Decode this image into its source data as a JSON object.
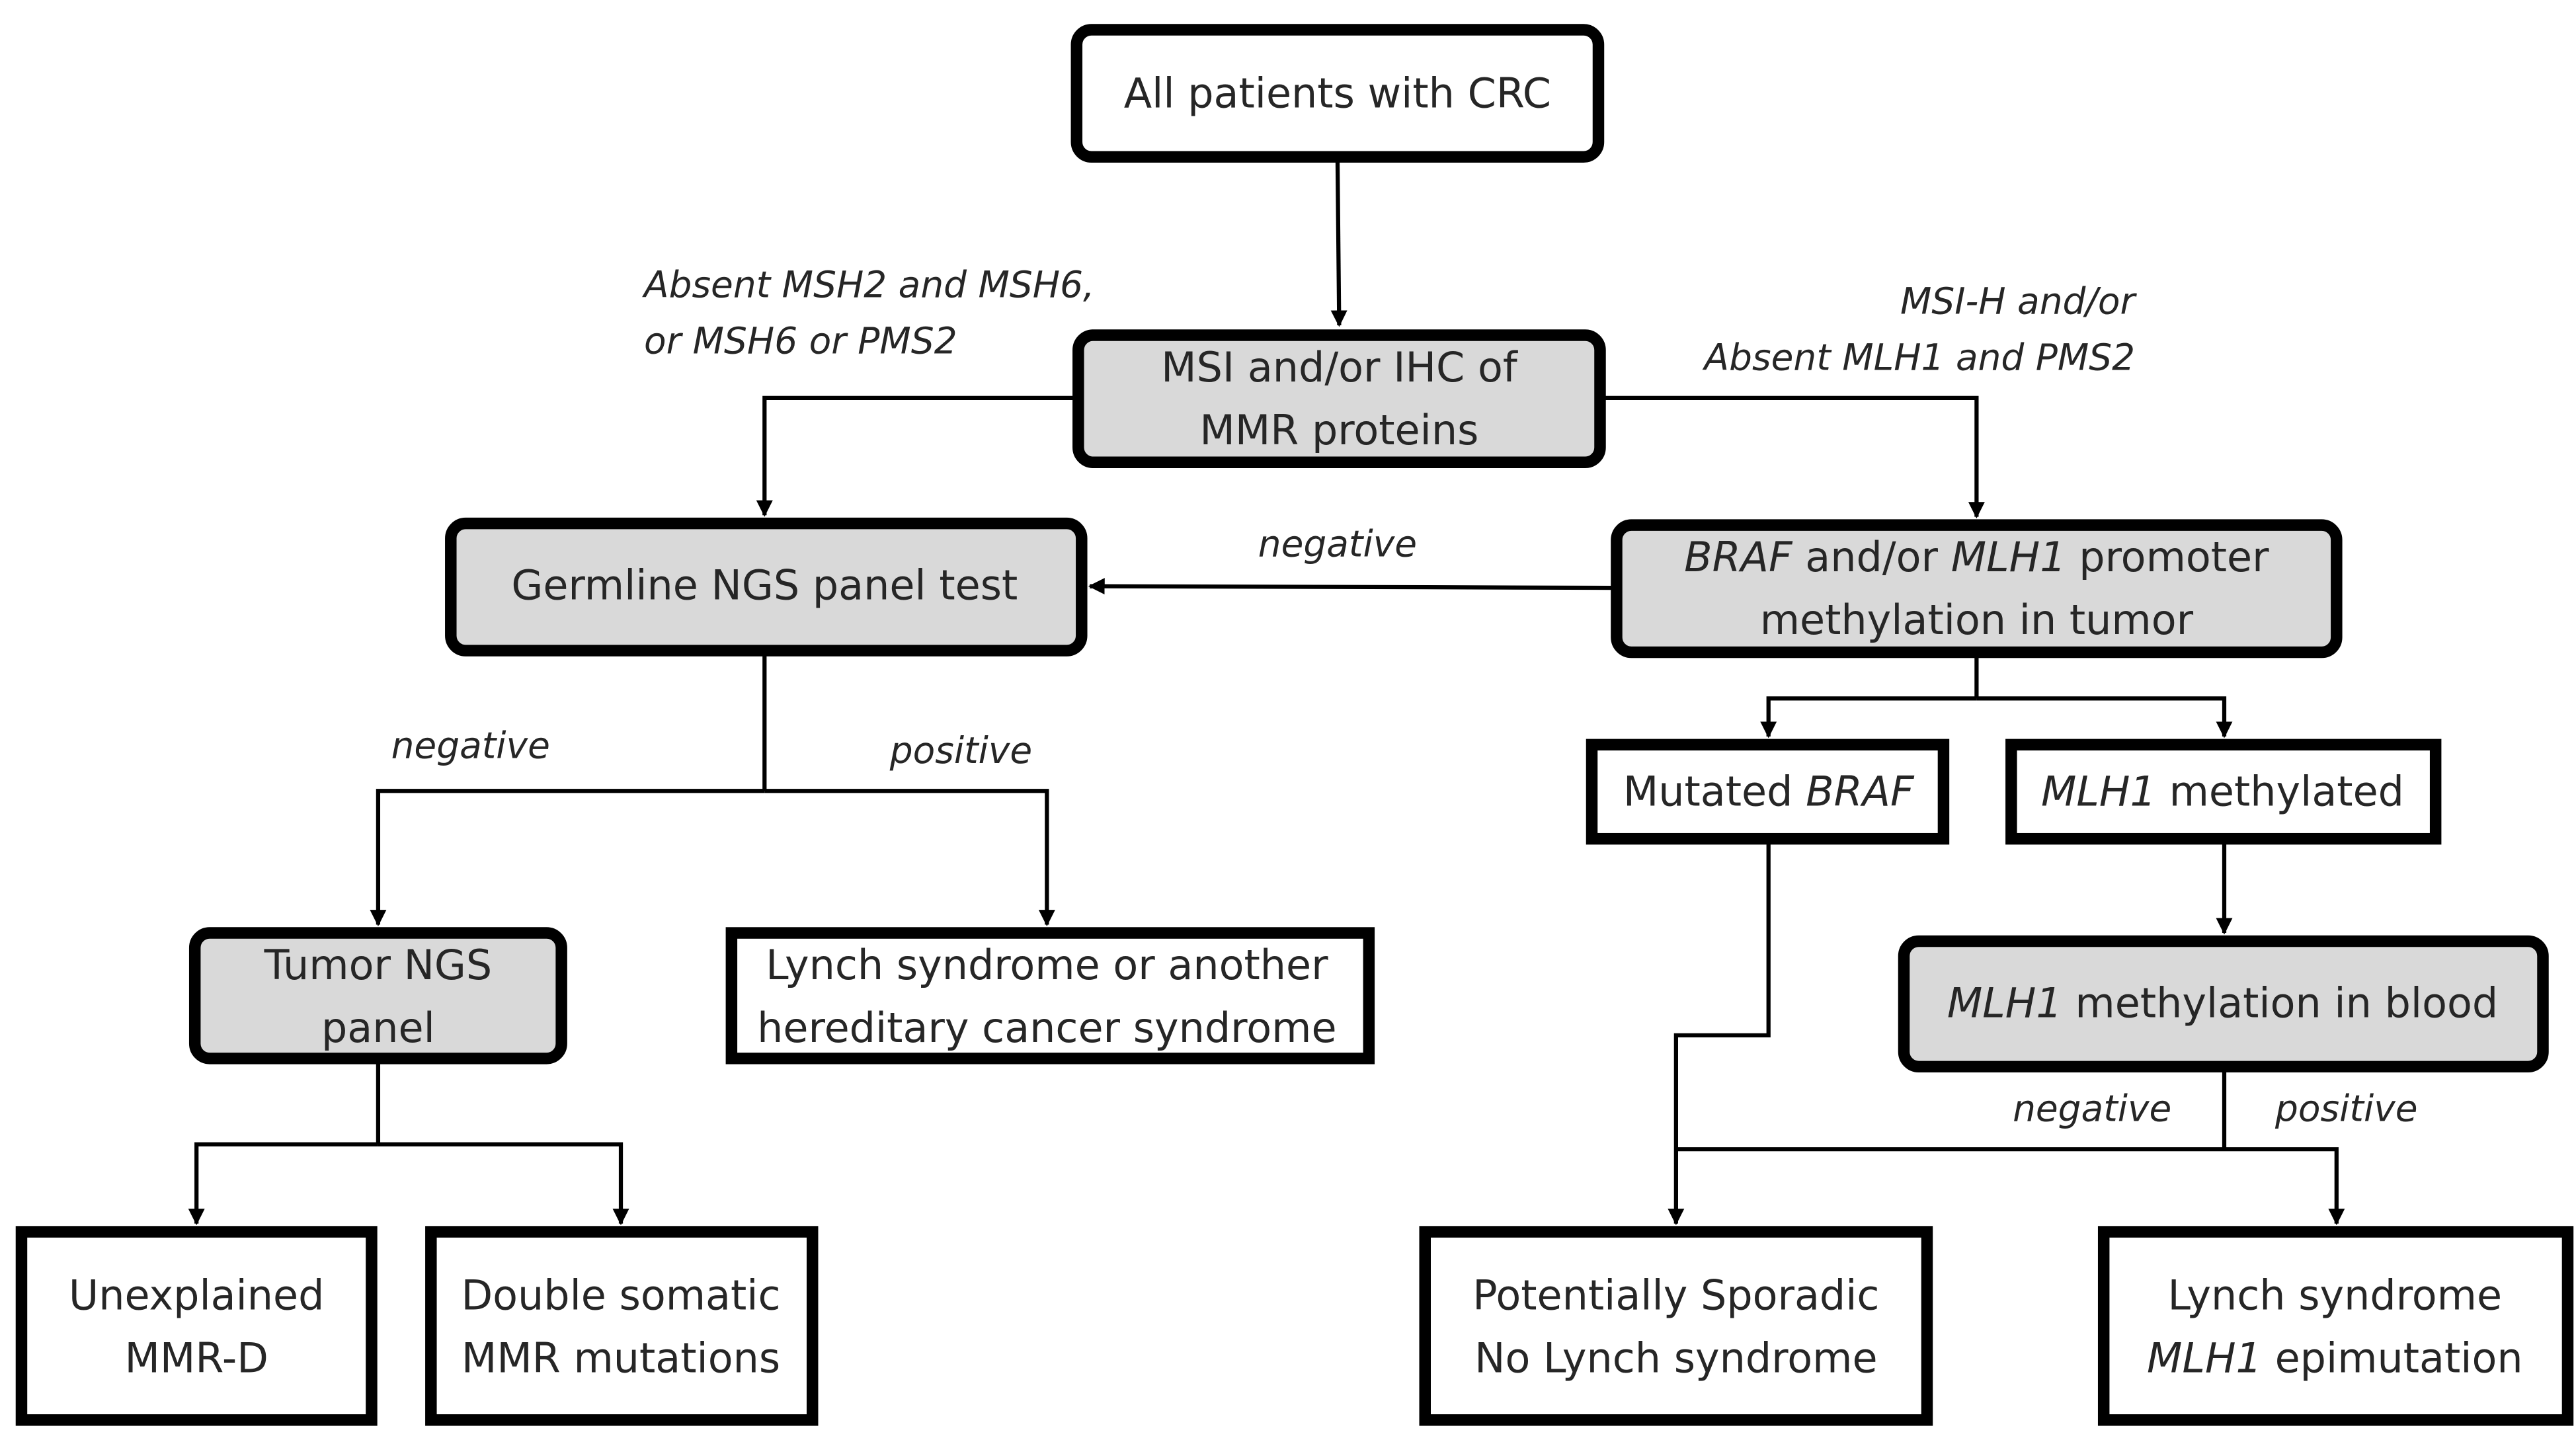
{
  "nodes": {
    "all_patients": {
      "line1": "All patients with CRC"
    },
    "msi_ihc": {
      "line1": "MSI and/or IHC of",
      "line2": "MMR proteins"
    },
    "germline": {
      "line1": "Germline NGS panel test"
    },
    "braf_mlh1": {
      "line1_a": "BRAF",
      "line1_b": " and/or ",
      "line1_c": "MLH1",
      "line1_d": " promoter",
      "line2": "methylation in tumor"
    },
    "mutated_braf": {
      "a": "Mutated ",
      "b": "BRAF"
    },
    "mlh1_methylated": {
      "a": "MLH1",
      "b": " methylated"
    },
    "mlh1_blood": {
      "a": "MLH1",
      "b": " methylation in blood"
    },
    "tumor_ngs": {
      "line1": "Tumor NGS",
      "line2": "panel"
    },
    "lynch_hereditary": {
      "line1": "Lynch syndrome or another",
      "line2": "hereditary cancer syndrome"
    },
    "unexplained": {
      "line1": "Unexplained",
      "line2": "MMR-D"
    },
    "double_somatic": {
      "line1": "Double somatic",
      "line2": "MMR mutations"
    },
    "sporadic": {
      "line1": "Potentially Sporadic",
      "line2": "No Lynch syndrome"
    },
    "epimutation": {
      "line1": "Lynch syndrome",
      "line2_a": "MLH1",
      "line2_b": " epimutation"
    }
  },
  "edge_labels": {
    "left_condition_1": "Absent MSH2 and MSH6,",
    "left_condition_2": "or MSH6 or PMS2",
    "right_condition_1": "MSI-H and/or",
    "right_condition_2": "Absent MLH1 and PMS2",
    "braf_to_germline": "negative",
    "germline_negative": "negative",
    "germline_positive": "positive",
    "blood_negative": "negative",
    "blood_positive": "positive"
  },
  "colors": {
    "grey_fill": "#d9d9d9",
    "white_fill": "#ffffff",
    "stroke": "#000000"
  }
}
